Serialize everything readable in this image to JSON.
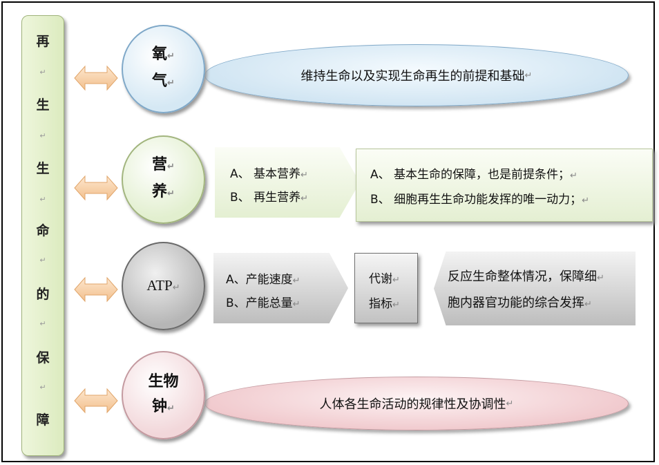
{
  "left_column": {
    "chars": [
      "再",
      "生",
      "生",
      "命",
      "的",
      "保",
      "障"
    ]
  },
  "return_mark": "↵",
  "rows": {
    "oxygen": {
      "circle": [
        "氧",
        "气"
      ],
      "text": "维持生命以及实现生命再生的前提和基础"
    },
    "nutrition": {
      "circle": [
        "营",
        "养"
      ],
      "left": [
        "A、  基本营养",
        "B、  再生营养"
      ],
      "right": [
        "A、  基本生命的保障，也是前提条件；",
        "B、  细胞再生生命功能发挥的唯一动力；"
      ]
    },
    "atp": {
      "circle": [
        "ATP"
      ],
      "left": [
        "A、产能速度",
        "B、产能总量"
      ],
      "middle": [
        "代谢",
        "指标"
      ],
      "right": [
        "反应生命整体情况，保障细",
        "胞内器官功能的综合发挥"
      ]
    },
    "clock": {
      "circle": [
        "生物",
        "钟"
      ],
      "text": "人体各生命活动的规律性及协调性"
    }
  }
}
